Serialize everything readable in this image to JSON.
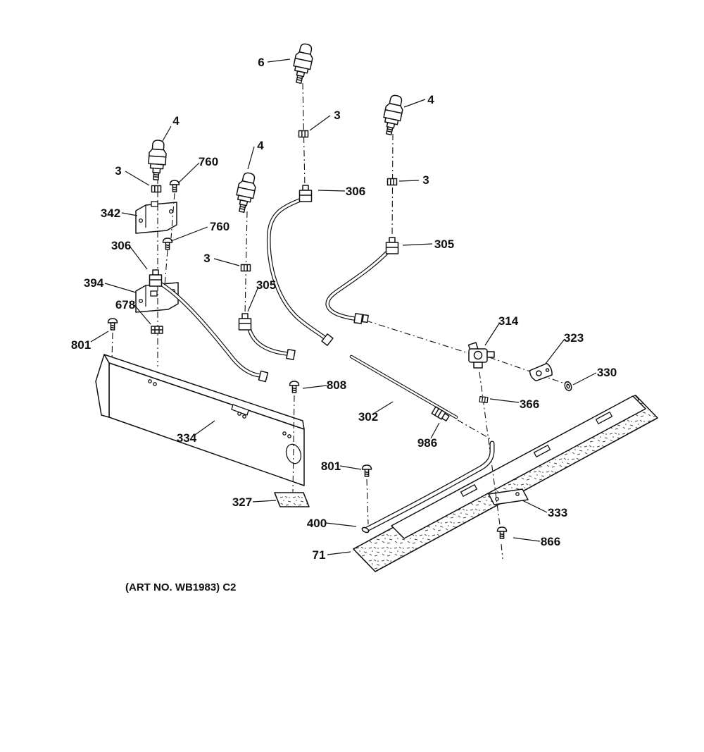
{
  "figure": {
    "art_no": "(ART NO. WB1983) C2"
  },
  "colors": {
    "ink": "#111111",
    "paper": "#ffffff"
  },
  "labels": [
    {
      "part": "6"
    },
    {
      "part": "4"
    },
    {
      "part": "4"
    },
    {
      "part": "3"
    },
    {
      "part": "4"
    },
    {
      "part": "3"
    },
    {
      "part": "760"
    },
    {
      "part": "342"
    },
    {
      "part": "3"
    },
    {
      "part": "306"
    },
    {
      "part": "760"
    },
    {
      "part": "306"
    },
    {
      "part": "3"
    },
    {
      "part": "305"
    },
    {
      "part": "394"
    },
    {
      "part": "305"
    },
    {
      "part": "678"
    },
    {
      "part": "801"
    },
    {
      "part": "314"
    },
    {
      "part": "323"
    },
    {
      "part": "330"
    },
    {
      "part": "808"
    },
    {
      "part": "366"
    },
    {
      "part": "302"
    },
    {
      "part": "334"
    },
    {
      "part": "986"
    },
    {
      "part": "801"
    },
    {
      "part": "327"
    },
    {
      "part": "333"
    },
    {
      "part": "400"
    },
    {
      "part": "866"
    },
    {
      "part": "71"
    }
  ]
}
